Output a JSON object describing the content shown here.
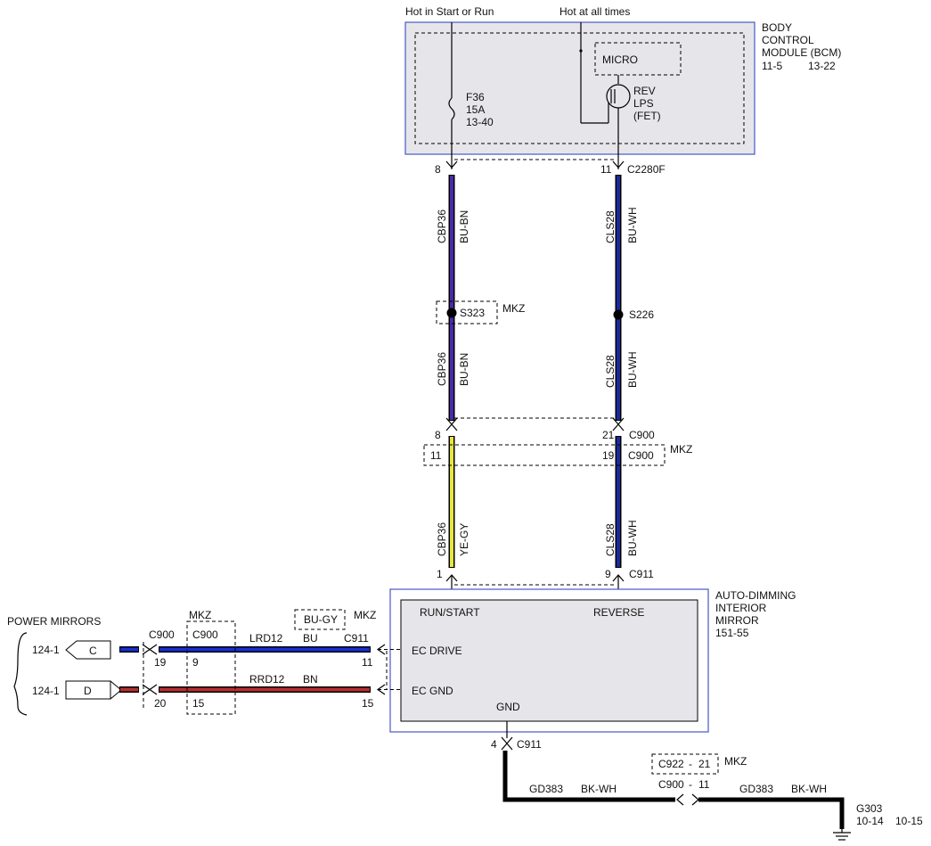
{
  "power": {
    "hot_start_run": "Hot in Start or Run",
    "hot_all_times": "Hot at all times"
  },
  "bcm": {
    "line1": "BODY",
    "line2": "CONTROL",
    "line3": "MODULE (BCM)",
    "ref1": "11-5",
    "ref2": "13-22",
    "micro": "MICRO",
    "rev1": "REV",
    "rev2": "LPS",
    "rev3": "(FET)"
  },
  "fuse": {
    "name": "F36",
    "rating": "15A",
    "ref": "13-40"
  },
  "connectors": {
    "c2280f": {
      "name": "C2280F",
      "pin_left": "8",
      "pin_right": "11"
    },
    "c900": {
      "name": "C900",
      "pin_left": "8",
      "pin_right": "21"
    },
    "c900_mkz": {
      "name": "C900",
      "pin_left": "11",
      "pin_right": "19"
    },
    "c911_top": {
      "name": "C911",
      "pin_left": "1",
      "pin_right": "9"
    },
    "c911_gnd": {
      "name": "C911",
      "pin": "4"
    }
  },
  "splices": {
    "s323": "S323",
    "s226": "S226",
    "mkz": "MKZ"
  },
  "wires": {
    "left_circuit": "CBP36",
    "left_color_top": "BU-BN",
    "left_color_bottom": "YE-GY",
    "right_circuit": "CLS28",
    "right_color": "BU-WH",
    "lrd12": "LRD12",
    "lrd12_color": "BU",
    "rrd12": "RRD12",
    "rrd12_color": "BN",
    "gd383": "GD383",
    "gd383_color": "BK-WH"
  },
  "mirror": {
    "title1": "AUTO-DIMMING",
    "title2": "INTERIOR",
    "title3": "MIRROR",
    "ref": "151-55",
    "run_start": "RUN/START",
    "reverse": "REVERSE",
    "ec_drive": "EC DRIVE",
    "ec_gnd": "EC GND",
    "gnd": "GND"
  },
  "power_mirrors": {
    "label": "POWER MIRRORS",
    "ref1": "124-1",
    "ref2": "124-1",
    "tag_c": "C",
    "tag_d": "D",
    "c900": "C900",
    "c900_mkz": "C900",
    "mkz": "MKZ",
    "pin_19": "19",
    "pin_20": "20",
    "pin_9": "9",
    "pin_15": "15",
    "c911": "C911",
    "pin_11": "11",
    "pin_15b": "15",
    "bu_gy": "BU-GY",
    "mkz2": "MKZ"
  },
  "ground": {
    "c922": "C922",
    "c922_pin": "21",
    "c900": "C900",
    "c900_pin": "11",
    "dash": "-",
    "mkz": "MKZ",
    "g303": "G303",
    "ref1": "10-14",
    "ref2": "10-15"
  },
  "colors": {
    "bu_bn": "#4a2aa8",
    "bu_wh": "#1a2a9a",
    "ye_gy": "#e8e640",
    "bu": "#1530d0",
    "bn": "#b23030",
    "module_border": "#4a56c8",
    "module_fill": "#e6e6ea"
  }
}
